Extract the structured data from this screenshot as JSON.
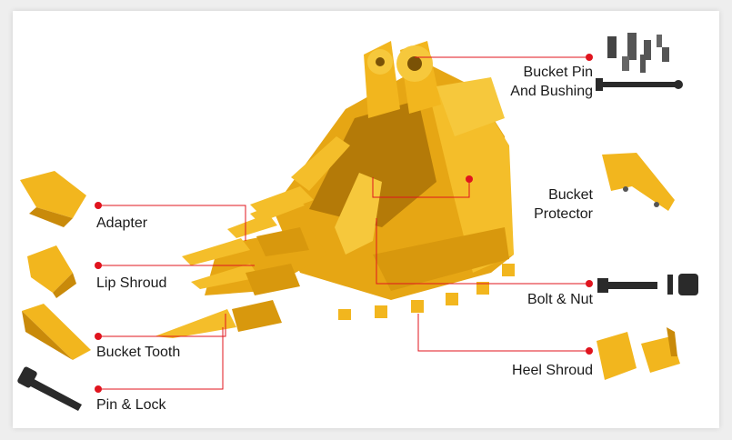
{
  "labels": {
    "adapter": "Adapter",
    "lip_shroud": "Lip Shroud",
    "bucket_tooth": "Bucket Tooth",
    "pin_lock": "Pin & Lock",
    "bucket_pin_line1": "Bucket Pin",
    "bucket_pin_line2": "And Bushing",
    "bucket_protector_line1": "Bucket",
    "bucket_protector_line2": "Protector",
    "bolt_nut": "Bolt & Nut",
    "heel_shroud": "Heel Shroud"
  },
  "colors": {
    "marker": "#e0141e",
    "leader": "#e0141e",
    "bucket": "#f2b61e",
    "bucket_shadow": "#c98a0a",
    "steel": "#2a2a2a"
  }
}
